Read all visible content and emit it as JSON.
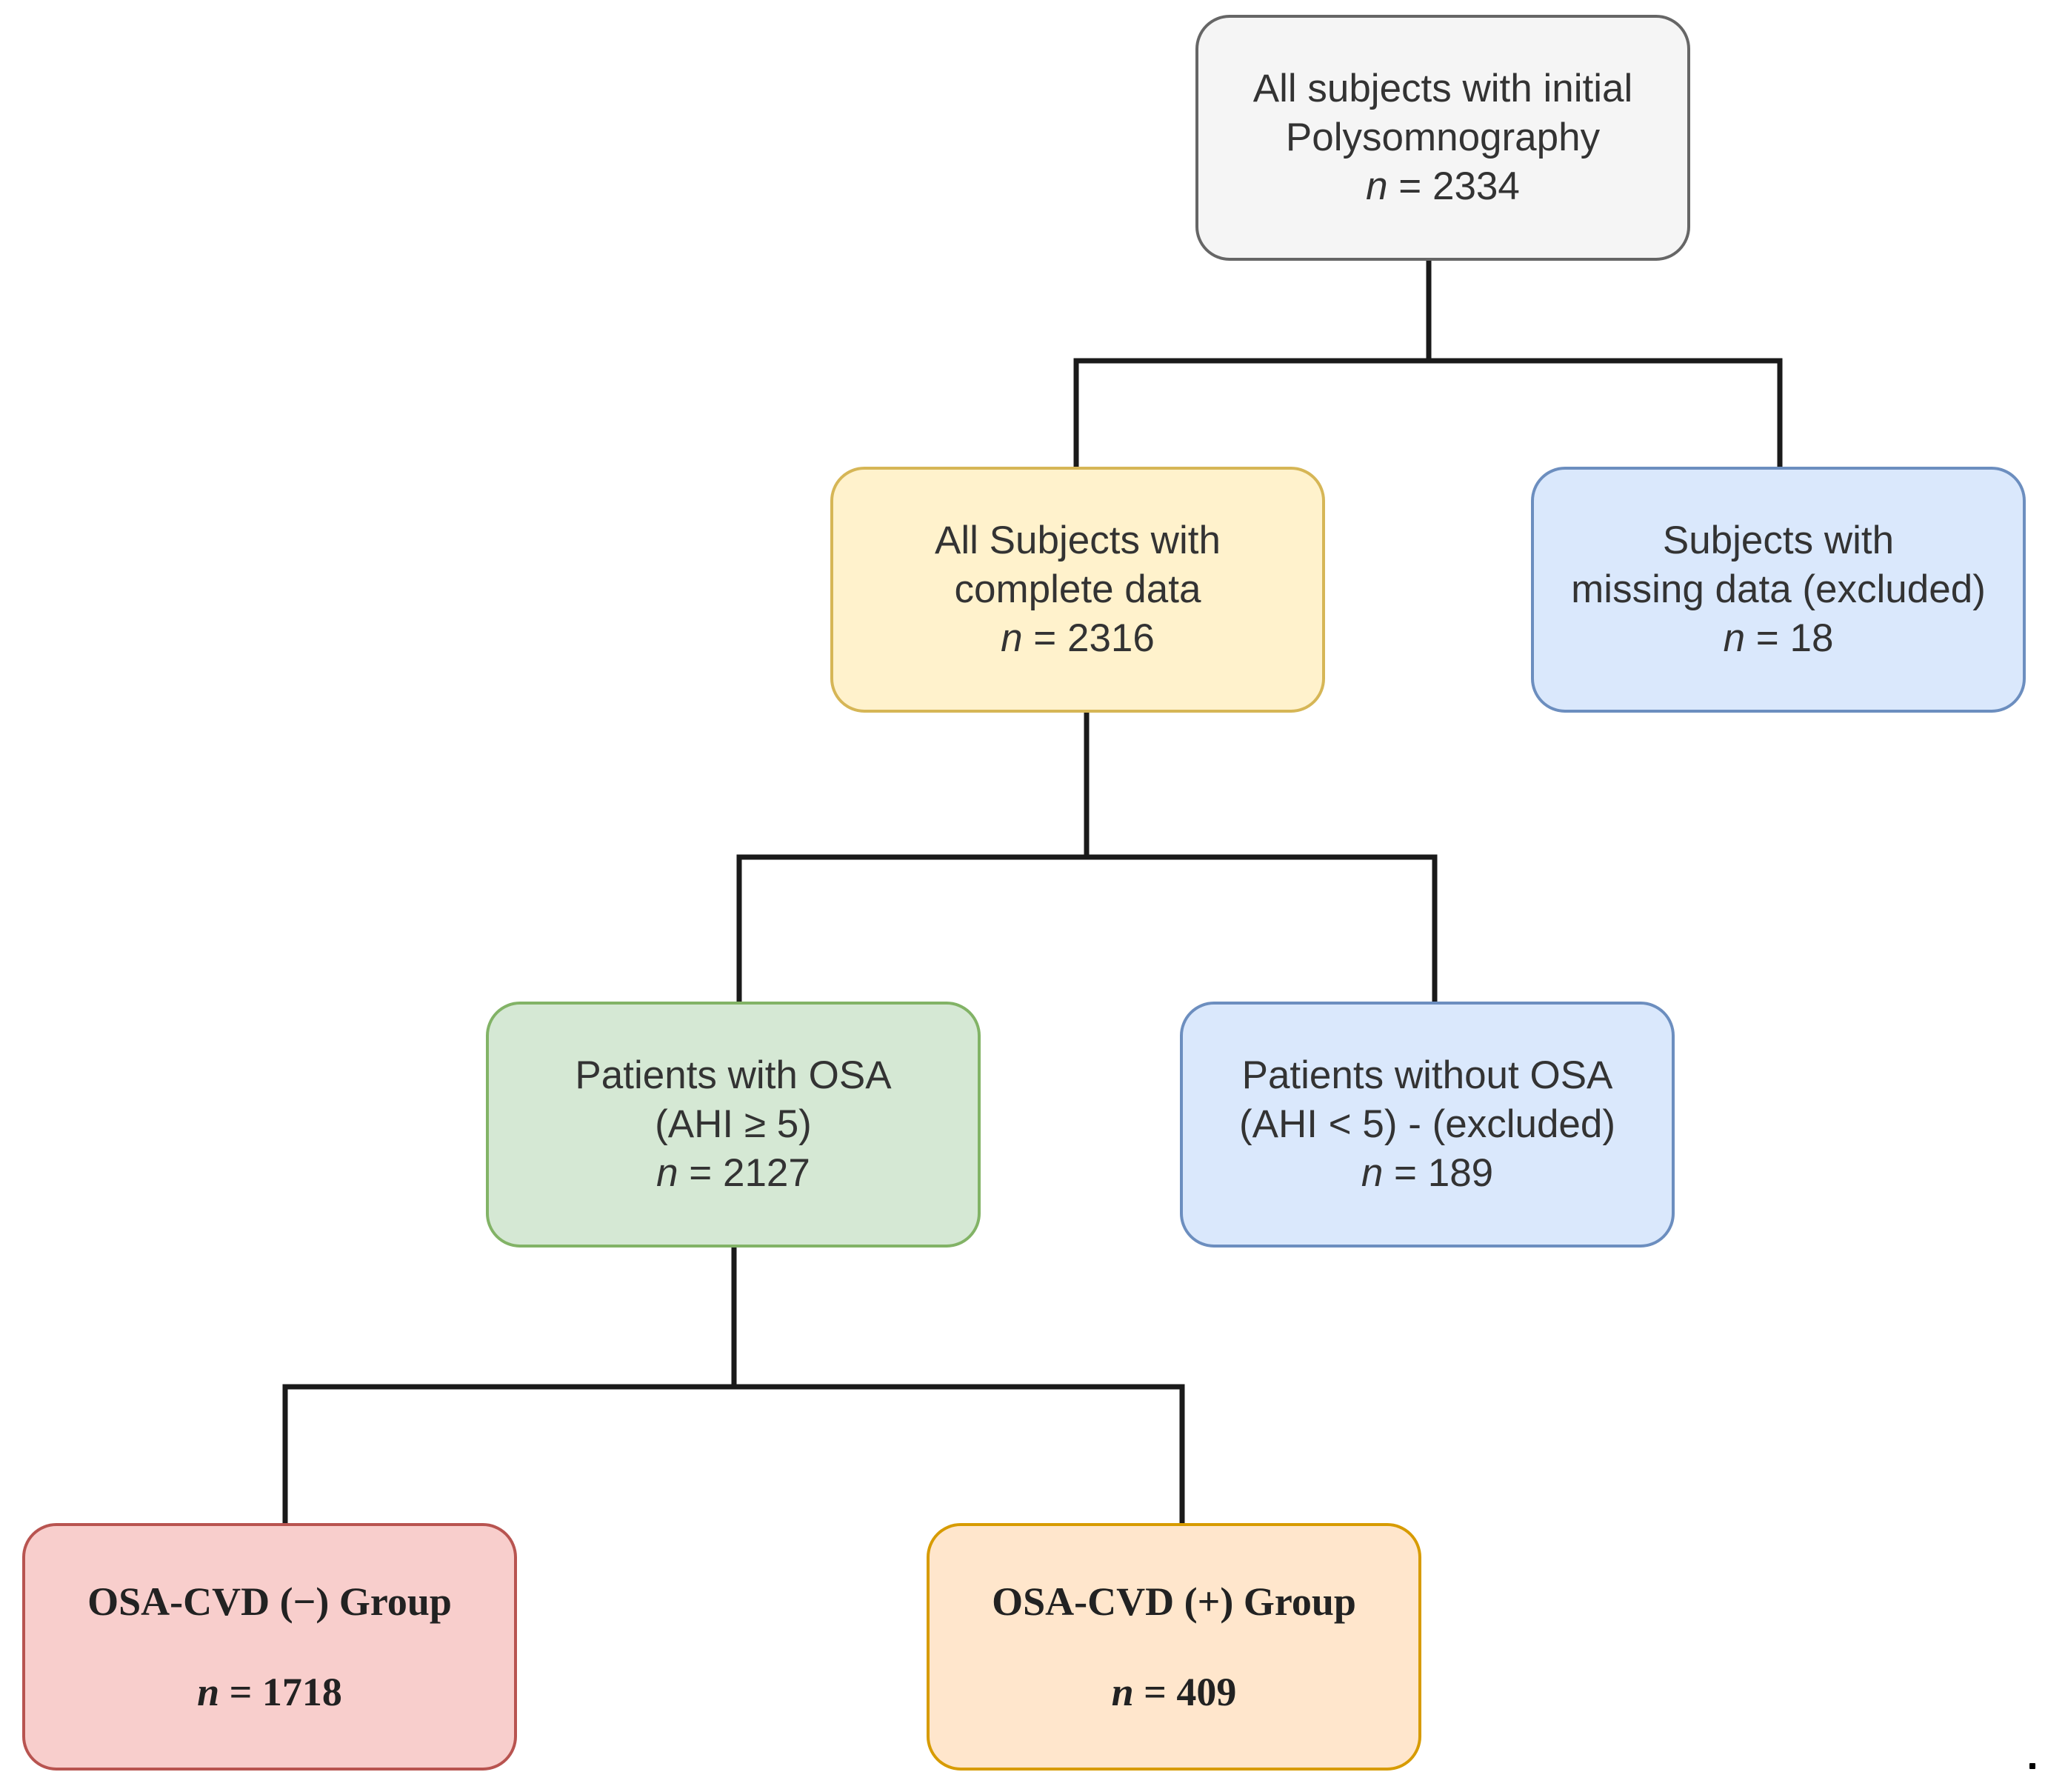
{
  "nodes": {
    "root": {
      "line1": "All subjects with initial",
      "line2": "Polysomnography",
      "n_symbol": "n",
      "n_value": " = 2334",
      "fill": "#f5f5f5",
      "border": "#666666"
    },
    "complete": {
      "line1": "All Subjects with",
      "line2": "complete data",
      "n_symbol": "n",
      "n_value": " = 2316",
      "fill": "#fff2cc",
      "border": "#d6b656"
    },
    "missing": {
      "line1": "Subjects with",
      "line2": "missing data (excluded)",
      "n_symbol": "n",
      "n_value": " = 18",
      "fill": "#dae8fc",
      "border": "#6c8ebf"
    },
    "osa": {
      "line1": "Patients with OSA",
      "line2": "(AHI ≥ 5)",
      "n_symbol": "n",
      "n_value": " = 2127",
      "fill": "#d5e8d4",
      "border": "#82b366"
    },
    "no_osa": {
      "line1": "Patients without OSA",
      "line2": "(AHI < 5) - (excluded)",
      "n_symbol": "n",
      "n_value": " = 189",
      "fill": "#dae8fc",
      "border": "#6c8ebf"
    },
    "cvd_negative": {
      "line1": "OSA-CVD (−) Group",
      "n_symbol": "n",
      "n_value": " = 1718",
      "fill": "#f8cecc",
      "border": "#b85450"
    },
    "cvd_positive": {
      "line1": "OSA-CVD (+) Group",
      "n_symbol": "n",
      "n_value": " = 409",
      "fill": "#ffe6cc",
      "border": "#d79b00"
    }
  },
  "edges": [
    {
      "from": "root",
      "to": "complete"
    },
    {
      "from": "root",
      "to": "missing"
    },
    {
      "from": "complete",
      "to": "osa"
    },
    {
      "from": "complete",
      "to": "no_osa"
    },
    {
      "from": "osa",
      "to": "cvd_negative"
    },
    {
      "from": "osa",
      "to": "cvd_positive"
    }
  ],
  "connector_color": "#1a1a1a",
  "trailing_mark": "."
}
